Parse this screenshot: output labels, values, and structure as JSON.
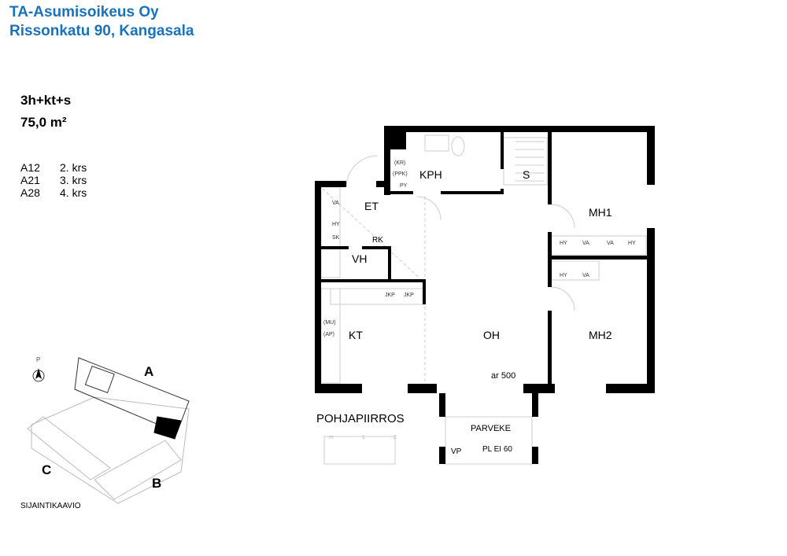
{
  "header": {
    "company": "TA-Asumisoikeus Oy",
    "address": "Rissonkatu 90, Kangasala"
  },
  "apartment": {
    "type": "3h+kt+s",
    "area": "75,0 m²",
    "units": [
      {
        "id": "A12",
        "floor": "2. krs"
      },
      {
        "id": "A21",
        "floor": "3. krs"
      },
      {
        "id": "A28",
        "floor": "4. krs"
      }
    ]
  },
  "plan": {
    "title": "POHJAPIIRROS",
    "scale_labels": [
      "m",
      "1",
      "2"
    ],
    "rooms": {
      "kph": "KPH",
      "s": "S",
      "et": "ET",
      "mh1": "MH1",
      "vh": "VH",
      "rk": "RK",
      "kt": "KT",
      "oh": "OH",
      "mh2": "MH2",
      "parveke": "PARVEKE",
      "vp": "VP",
      "pl": "PL EI 60",
      "ar": "ar 500"
    },
    "fixtures": {
      "kr": "(KR)",
      "ppk": "(PPK)",
      "py": "PY",
      "va1": "VA",
      "hy1": "HY",
      "sk": "SK",
      "mu": "(MU)",
      "ap": "(AP)",
      "jkp1": "JKP",
      "jkp2": "JKP",
      "mh1_closets": [
        "HY",
        "VA",
        "VA",
        "HY"
      ],
      "mh2_closets": [
        "HY",
        "VA"
      ]
    }
  },
  "site": {
    "title": "SIJAINTIKAAVIO",
    "north": "P",
    "buildings": [
      "A",
      "B",
      "C"
    ]
  }
}
